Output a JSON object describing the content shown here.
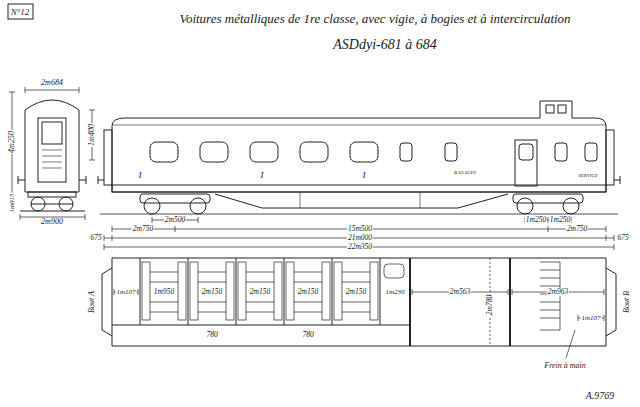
{
  "diagram": {
    "title": "Voitures métalliques de 1re classe, avec vigie, à bogies et à intercirculation",
    "labels": [
      "N°12",
      "ASDdyi-681 à 684",
      "2m684",
      "4m250",
      "1m015",
      "1m400",
      "2m900",
      "I",
      "I",
      "I",
      "BAGAGES",
      "SERVICE",
      "2m500",
      "1m250",
      "1m250",
      "2m750",
      "15m500",
      "2m750",
      "675",
      "21m000",
      "675",
      "22m350",
      "Bout A",
      "Bout B",
      "1m107",
      "1m950",
      "2m150",
      "2m150",
      "2m150",
      "2m150",
      "780",
      "780",
      "1m230",
      "2m563",
      "2m780",
      "2m963",
      "1m107",
      "Frein à main",
      "A.9769"
    ]
  }
}
